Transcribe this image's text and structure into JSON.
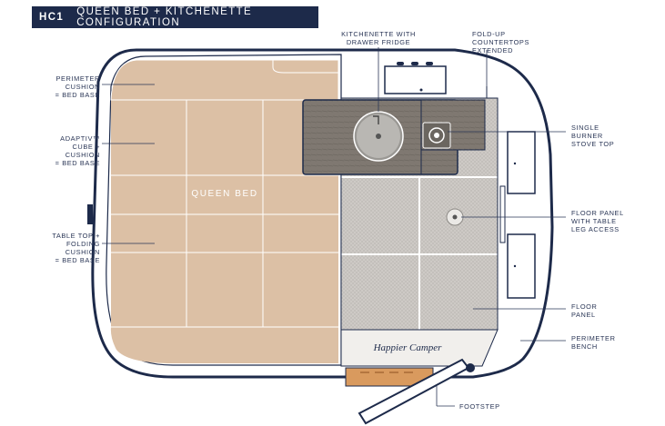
{
  "title": {
    "code": "HC1",
    "text": "QUEEN BED + KITCHENETTE CONFIGURATION"
  },
  "labels": {
    "perimeter_cushion": [
      "PERIMETER",
      "CUSHION",
      "= BED BASE"
    ],
    "adaptiv_cube": [
      "ADAPTIV™",
      "CUBE +",
      "CUSHION",
      "= BED BASE"
    ],
    "table_top": [
      "TABLE TOP +",
      "FOLDING",
      "CUSHION",
      "= BED BASE"
    ],
    "kitchenette": [
      "KITCHENETTE WITH",
      "DRAWER FRIDGE"
    ],
    "fold_up": [
      "FOLD-UP",
      "COUNTERTOPS",
      "EXTENDED"
    ],
    "single_burner": [
      "SINGLE",
      "BURNER",
      "STOVE TOP"
    ],
    "floor_panel_table": [
      "FLOOR PANEL",
      "WITH TABLE",
      "LEG ACCESS"
    ],
    "floor_panel": [
      "FLOOR",
      "PANEL"
    ],
    "perimeter_bench": [
      "PERIMETER",
      "BENCH"
    ],
    "footstep": "FOOTSTEP",
    "queen_bed": "QUEEN BED",
    "brand": "Happier Camper"
  },
  "colors": {
    "navy": "#1d2a4a",
    "cushion": "#dcc0a5",
    "floor": "#c9c6c2",
    "counter": "#7d7670",
    "footstep": "#d99a5e"
  }
}
